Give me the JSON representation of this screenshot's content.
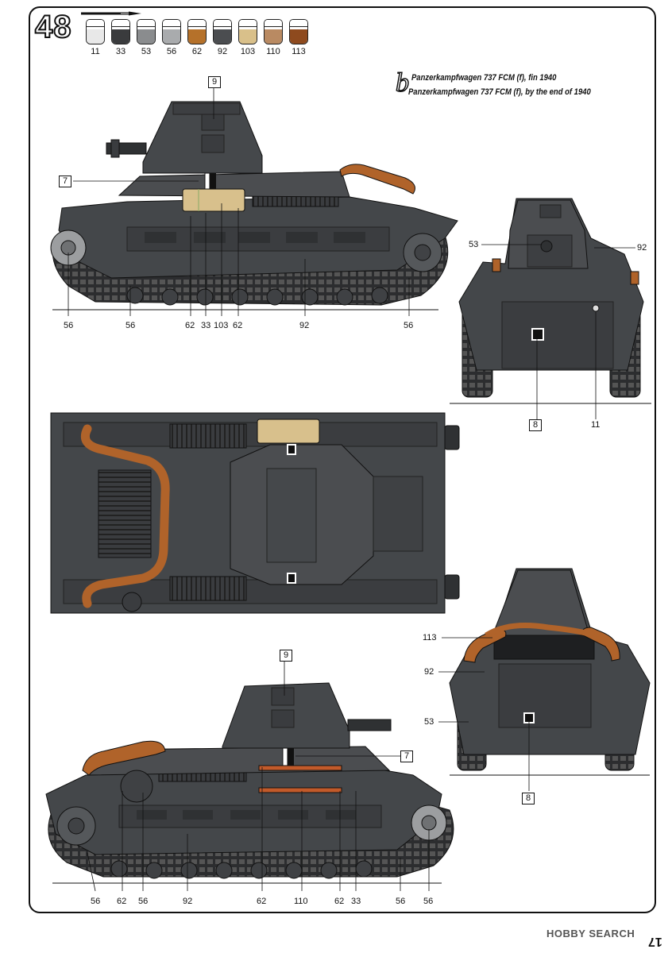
{
  "step_number": "48",
  "palette": [
    {
      "code": "11",
      "color": "#e8e8e8"
    },
    {
      "code": "33",
      "color": "#3a3b3d"
    },
    {
      "code": "53",
      "color": "#8a8c8e"
    },
    {
      "code": "56",
      "color": "#a9abad"
    },
    {
      "code": "62",
      "color": "#b5712a"
    },
    {
      "code": "92",
      "color": "#4b4d50"
    },
    {
      "code": "103",
      "color": "#d9c08a"
    },
    {
      "code": "110",
      "color": "#b98a62"
    },
    {
      "code": "113",
      "color": "#8e4a1e"
    }
  ],
  "scheme": {
    "letter": "b",
    "line1": "Panzerkampfwagen 737 FCM (f), fin 1940",
    "line2": "Panzerkampfwagen 737 FCM (f), by the end of 1940"
  },
  "colors": {
    "hull": "#44474a",
    "hull_dark": "#2f3133",
    "wheel": "#9c9ea0",
    "exhaust": "#b0632a",
    "crate": "#d8c08c"
  },
  "callouts": {
    "side_top": {
      "box_9": "9",
      "box_7": "7",
      "b1": "56",
      "b2": "56",
      "b3": "62",
      "b4": "33",
      "b5": "103",
      "b6": "62",
      "b7": "92",
      "b8": "56"
    },
    "front": {
      "l53": "53",
      "r92": "92",
      "box_8": "8",
      "l11": "11"
    },
    "side_bottom": {
      "box_9": "9",
      "box_7": "7",
      "b1": "56",
      "b2": "62",
      "b3": "56",
      "b4": "92",
      "b5": "62",
      "b6": "110",
      "b7": "62",
      "b8": "33",
      "b9": "56",
      "b10": "56"
    },
    "rear": {
      "l113": "113",
      "l92": "92",
      "l53": "53",
      "box_8": "8"
    }
  },
  "footer": {
    "watermark": "HOBBY SEARCH",
    "page": "17"
  }
}
